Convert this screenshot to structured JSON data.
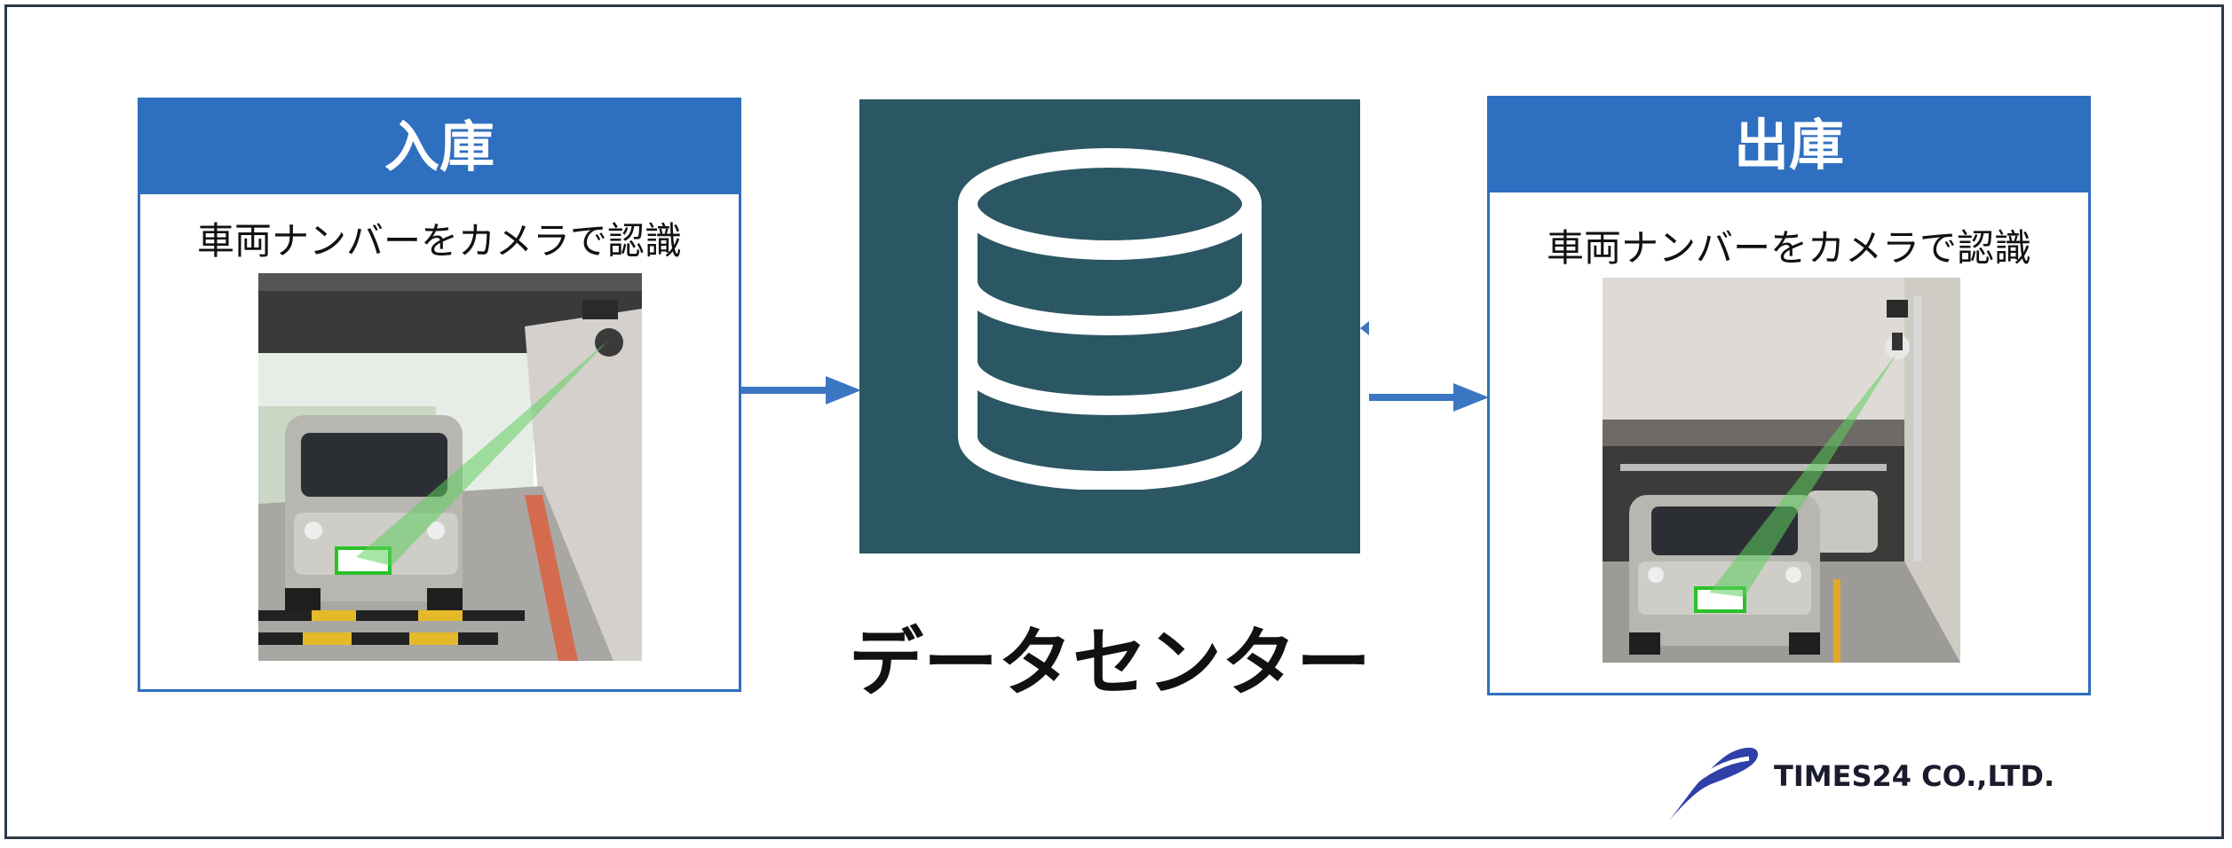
{
  "entry": {
    "title": "入庫",
    "caption": "車両ナンバーをカメラで認識"
  },
  "exit": {
    "title": "出庫",
    "caption": "車両ナンバーをカメラで認識"
  },
  "data_center": {
    "label": "データセンター",
    "icon": "database-icon"
  },
  "company": {
    "name": "TIMES24 CO.,LTD."
  },
  "colors": {
    "panel_blue": "#2f6fbf",
    "database_bg": "#2b5663",
    "arrow": "#3b76c2"
  }
}
